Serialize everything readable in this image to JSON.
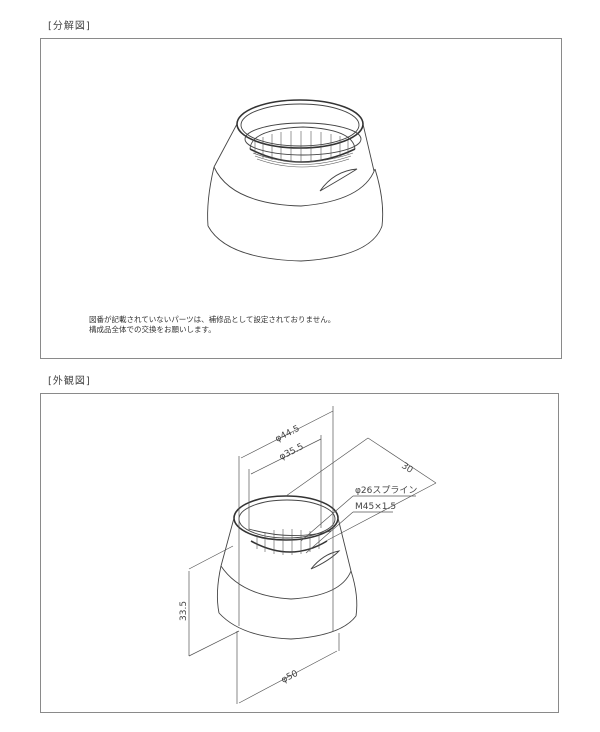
{
  "sections": {
    "exploded": {
      "label": "[分解図]",
      "note_lines": [
        "図番が記載されていないパーツは、補修品として設定されておりません。",
        "構成品全体での交換をお願いします。"
      ]
    },
    "exterior": {
      "label": "[外観図]",
      "dimensions": {
        "outer_top_diameter": "φ44.5",
        "inner_top_diameter": "φ35.5",
        "depth": "30",
        "spline": "φ26スプライン",
        "thread": "M45×1.5",
        "height": "33.5",
        "base_diameter": "φ50"
      }
    }
  },
  "colors": {
    "frame_border": "#8a8a8a",
    "line": "#444444",
    "background": "#ffffff"
  }
}
